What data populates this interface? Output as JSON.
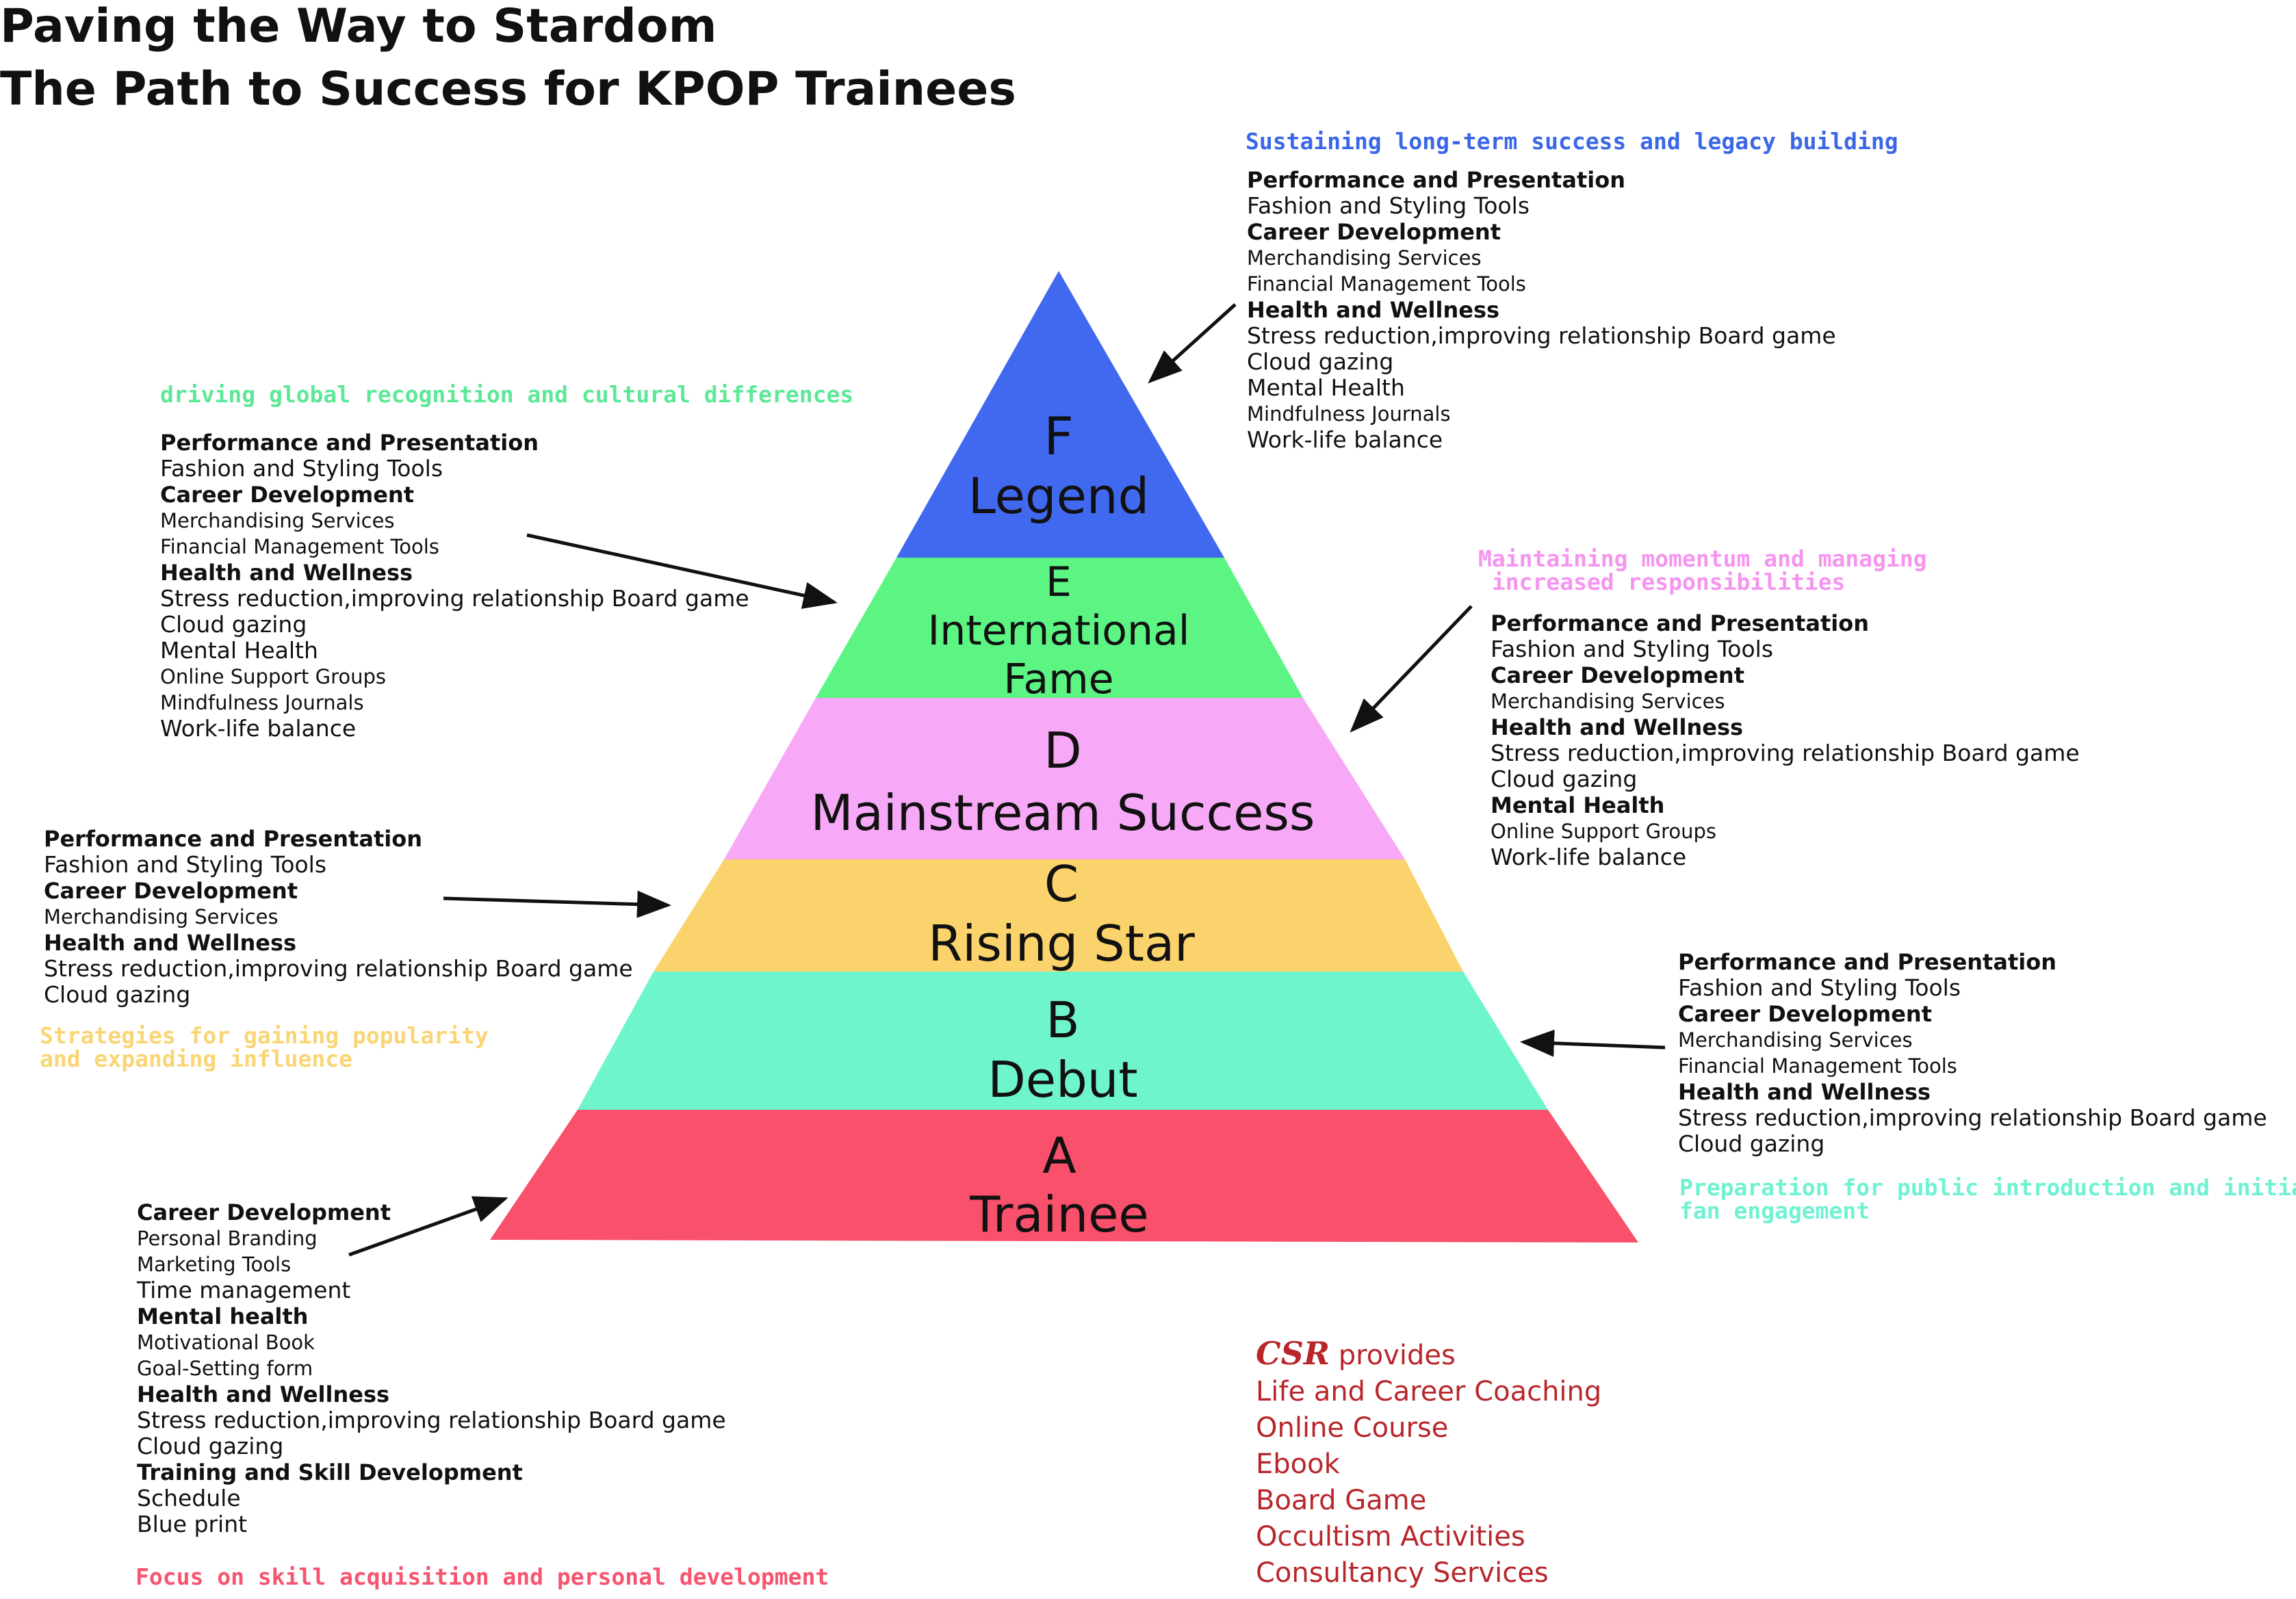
{
  "title": {
    "line1": "Paving the Way to Stardom",
    "line2": "The Path to Success for KPOP Trainees"
  },
  "levels": [
    {
      "letter": "F",
      "name": "Legend",
      "color": "#4169f0"
    },
    {
      "letter": "E",
      "name": "International Fame",
      "name_line1": "International",
      "name_line2": "Fame",
      "color": "#5cf584"
    },
    {
      "letter": "D",
      "name": "Mainstream Success",
      "color": "#f7a8f6"
    },
    {
      "letter": "C",
      "name": "Rising Star",
      "color": "#fbd36c"
    },
    {
      "letter": "B",
      "name": "Debut",
      "color": "#6ef5cc"
    },
    {
      "letter": "A",
      "name": "Trainee",
      "color": "#f9506b"
    }
  ],
  "blocks": {
    "f": {
      "tagline": "Sustaining long-term success and legacy building",
      "tagline_color": "#3a67e8",
      "items": [
        {
          "t": "Performance and Presentation",
          "s": "h"
        },
        {
          "t": "Fashion and Styling Tools",
          "s": "l"
        },
        {
          "t": "Career Development",
          "s": "h"
        },
        {
          "t": "Merchandising Services",
          "s": "s"
        },
        {
          "t": "Financial Management Tools",
          "s": "s"
        },
        {
          "t": "Health and Wellness",
          "s": "h"
        },
        {
          "t": "Stress reduction,improving relationship Board game",
          "s": "l"
        },
        {
          "t": "Cloud gazing",
          "s": "l"
        },
        {
          "t": "Mental Health",
          "s": "l"
        },
        {
          "t": "Mindfulness Journals",
          "s": "s"
        },
        {
          "t": "Work-life balance",
          "s": "l"
        }
      ]
    },
    "e": {
      "tagline": "driving global recognition and cultural differences",
      "tagline_color": "#5de897",
      "items": [
        {
          "t": "Performance and Presentation",
          "s": "h"
        },
        {
          "t": "Fashion and Styling Tools",
          "s": "l"
        },
        {
          "t": "Career Development",
          "s": "h"
        },
        {
          "t": "Merchandising Services",
          "s": "s"
        },
        {
          "t": "Financial Management Tools",
          "s": "s"
        },
        {
          "t": "Health and Wellness",
          "s": "h"
        },
        {
          "t": "Stress reduction,improving relationship Board game",
          "s": "l"
        },
        {
          "t": "Cloud gazing",
          "s": "l"
        },
        {
          "t": "Mental Health",
          "s": "l"
        },
        {
          "t": "Online Support Groups",
          "s": "s"
        },
        {
          "t": "Mindfulness Journals",
          "s": "s"
        },
        {
          "t": "Work-life balance",
          "s": "l"
        }
      ]
    },
    "d": {
      "tagline_line1": "Maintaining momentum and managing",
      "tagline_line2": " increased responsibilities",
      "tagline_color": "#f595ef",
      "items": [
        {
          "t": "Performance and Presentation",
          "s": "h"
        },
        {
          "t": "Fashion and Styling Tools",
          "s": "l"
        },
        {
          "t": "Career Development",
          "s": "h"
        },
        {
          "t": "Merchandising Services",
          "s": "s"
        },
        {
          "t": "Health and Wellness",
          "s": "h"
        },
        {
          "t": "Stress reduction,improving relationship Board game",
          "s": "l"
        },
        {
          "t": "Cloud gazing",
          "s": "l"
        },
        {
          "t": "Mental Health",
          "s": "h"
        },
        {
          "t": "Online Support Groups",
          "s": "s"
        },
        {
          "t": "Work-life balance",
          "s": "l"
        }
      ]
    },
    "c": {
      "tagline_line1": "Strategies for gaining popularity",
      "tagline_line2": "and expanding influence",
      "tagline_color": "#f9d575",
      "items": [
        {
          "t": "Performance and Presentation",
          "s": "h"
        },
        {
          "t": "Fashion and Styling Tools",
          "s": "l"
        },
        {
          "t": "Career Development",
          "s": "h"
        },
        {
          "t": "Merchandising Services",
          "s": "s"
        },
        {
          "t": "Health and Wellness",
          "s": "h"
        },
        {
          "t": "Stress reduction,improving relationship Board game",
          "s": "l"
        },
        {
          "t": "Cloud gazing",
          "s": "l"
        }
      ]
    },
    "b": {
      "tagline_line1": "Preparation for public introduction and initial",
      "tagline_line2": "fan engagement",
      "tagline_color": "#6ff2d2",
      "items": [
        {
          "t": "Performance and Presentation",
          "s": "h"
        },
        {
          "t": "Fashion and Styling Tools",
          "s": "l"
        },
        {
          "t": "Career Development",
          "s": "h"
        },
        {
          "t": "Merchandising Services",
          "s": "s"
        },
        {
          "t": "Financial Management Tools",
          "s": "s"
        },
        {
          "t": "Health and Wellness",
          "s": "h"
        },
        {
          "t": "Stress reduction,improving relationship Board game",
          "s": "l"
        },
        {
          "t": "Cloud gazing",
          "s": "l"
        }
      ]
    },
    "a": {
      "tagline": "Focus on skill acquisition and personal development",
      "tagline_color": "#f7546f",
      "items": [
        {
          "t": "Career Development",
          "s": "h"
        },
        {
          "t": "Personal Branding",
          "s": "s"
        },
        {
          "t": "Marketing Tools",
          "s": "s"
        },
        {
          "t": "Time management",
          "s": "l"
        },
        {
          "t": "Mental health",
          "s": "h"
        },
        {
          "t": "Motivational Book",
          "s": "s"
        },
        {
          "t": "Goal-Setting form",
          "s": "s"
        },
        {
          "t": "Health and Wellness",
          "s": "h"
        },
        {
          "t": "Stress reduction,improving relationship Board game",
          "s": "l"
        },
        {
          "t": "Cloud gazing",
          "s": "l"
        },
        {
          "t": "Training and Skill Development",
          "s": "h"
        },
        {
          "t": "Schedule",
          "s": "l"
        },
        {
          "t": "Blue print",
          "s": "l"
        }
      ]
    }
  },
  "csr": {
    "logo": "CSR",
    "provides": "provides",
    "color": "#b8262b",
    "items": [
      "Life and Career Coaching",
      "Online Course",
      "Ebook",
      "Board Game",
      "Occultism Activities",
      "Consultancy Services"
    ]
  }
}
